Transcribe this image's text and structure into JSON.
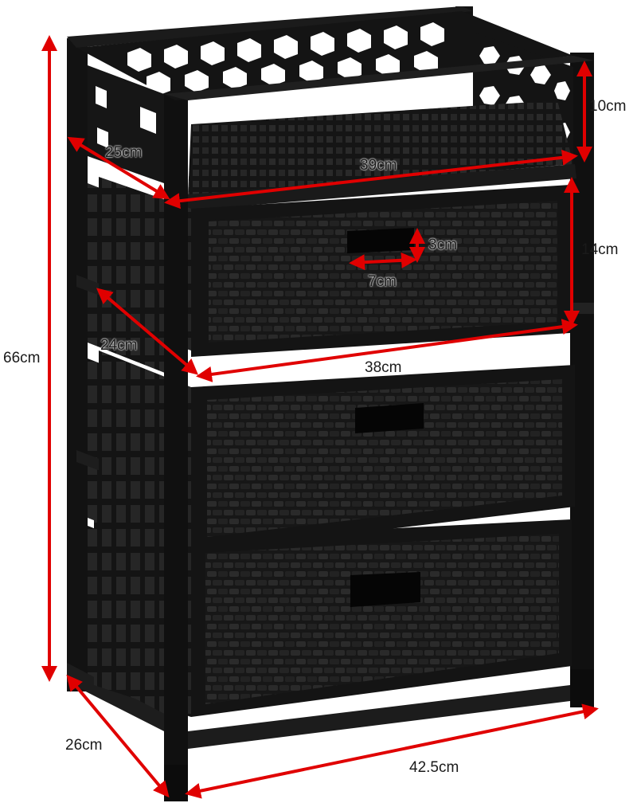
{
  "product": {
    "image_name": "black-woven-storage-cabinet-with-three-drawers",
    "frame_color": "#111111",
    "weave_color": "#1c1c1c",
    "highlight_color": "#3a3a3a"
  },
  "dimension_style": {
    "arrow_color": "#e00000",
    "label_color": "#1a1a1a"
  },
  "dimensions": {
    "total_height": "66cm",
    "top_rail_height": "10cm",
    "top_depth": "25cm",
    "top_width": "39cm",
    "drawer_height": "14cm",
    "handle_height": "3cm",
    "handle_width": "7cm",
    "drawer_depth": "24cm",
    "drawer_width": "38cm",
    "base_depth": "26cm",
    "base_width": "42.5cm"
  }
}
